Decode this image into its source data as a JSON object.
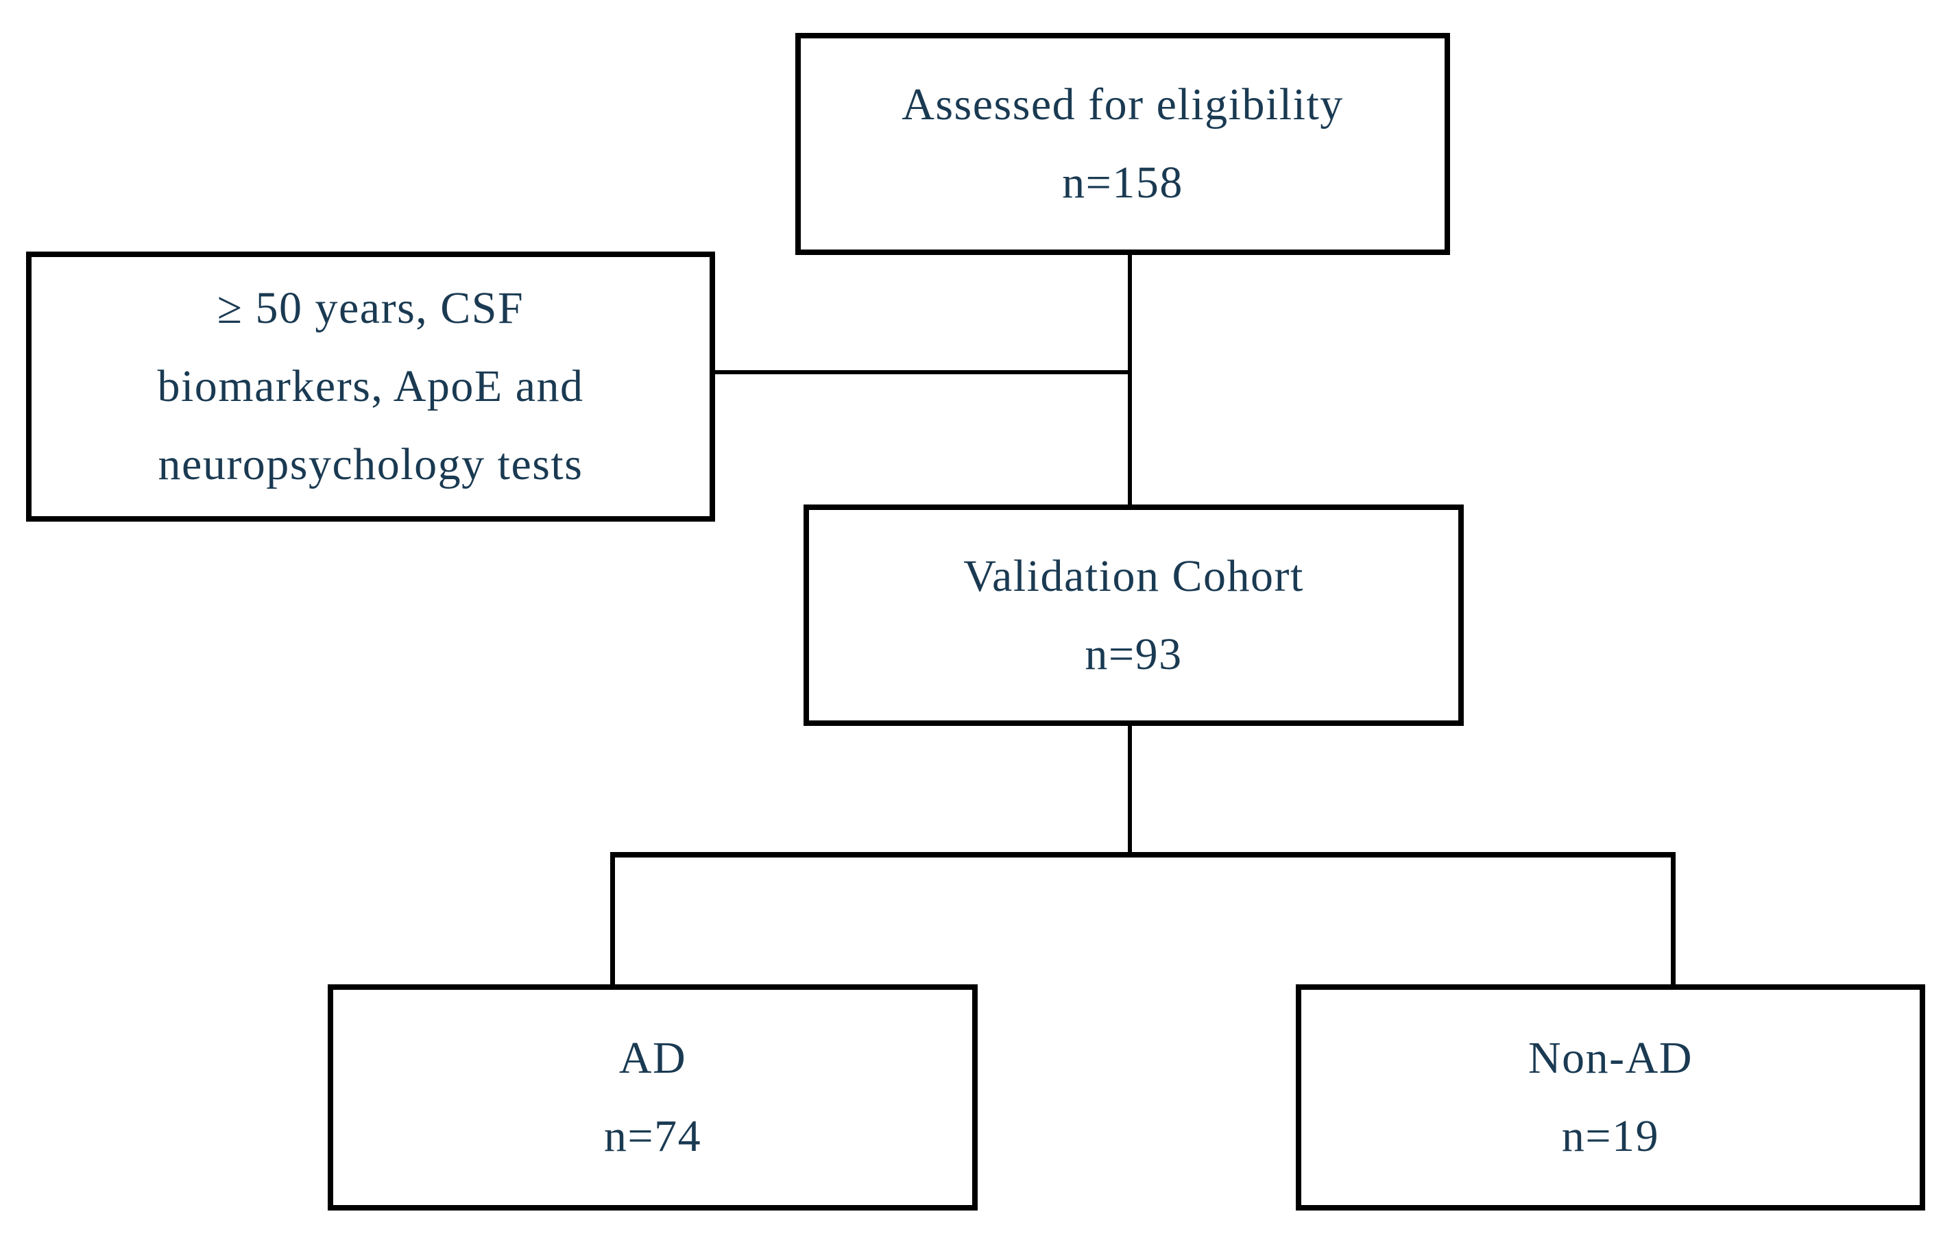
{
  "boxes": {
    "eligibility": {
      "title": "Assessed for eligibility",
      "count": "n=158"
    },
    "criteria": {
      "line1": "≥ 50 years, CSF",
      "line2": "biomarkers, ApoE and",
      "line3": "neuropsychology tests"
    },
    "validation": {
      "title": "Validation Cohort",
      "count": "n=93"
    },
    "ad": {
      "title": "AD",
      "count": "n=74"
    },
    "non_ad": {
      "title": "Non-AD",
      "count": "n=19"
    }
  },
  "colors": {
    "text": "#1a3a52",
    "line": "#000000",
    "background": "#ffffff"
  }
}
